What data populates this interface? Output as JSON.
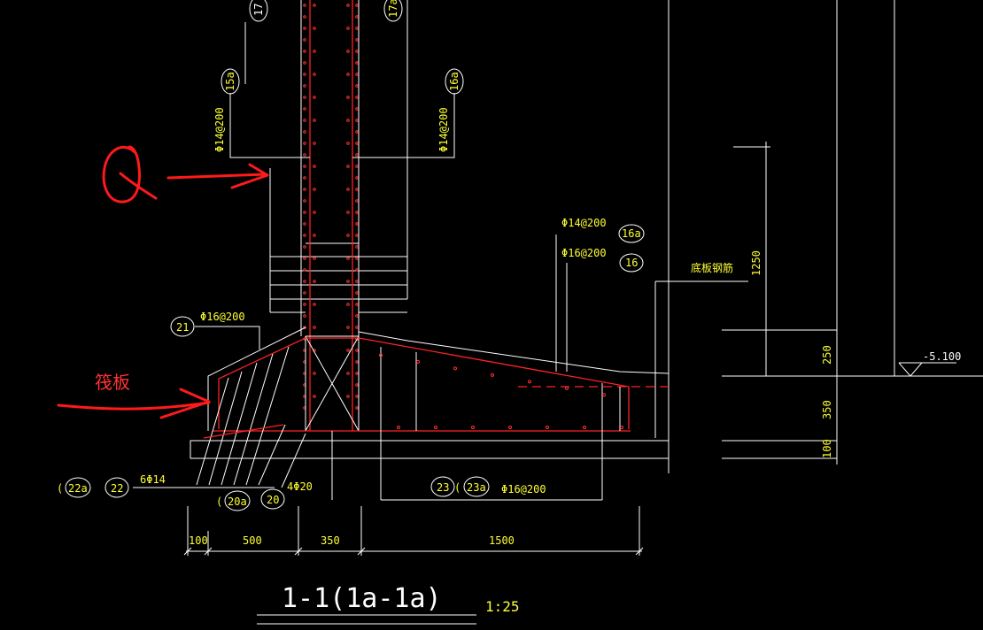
{
  "drawing": {
    "title": "1-1(1a-1a)",
    "scale": "1:25",
    "level": "-5.100"
  },
  "annotations": {
    "q_label": "Q",
    "raft_label": "筏板"
  },
  "labels": {
    "bar_15a": "Φ14@200",
    "bar_16a_top": "Φ14@200",
    "bar_16a_right": "Φ14@200",
    "bar_16_right": "Φ16@200",
    "bar_21": "Φ16@200",
    "bar_22": "6Φ14",
    "bar_20": "4Φ20",
    "bar_23": "Φ16@200",
    "bottom_rebar": "底板钢筋",
    "paren_22a": "(",
    "paren_20a": "(",
    "paren_23a": "("
  },
  "markers": {
    "m17": "17",
    "m17a": "17a",
    "m15a": "15a",
    "m16a_top": "16a",
    "m16a_right": "16a",
    "m16_right": "16",
    "m21": "21",
    "m22a": "22a",
    "m22": "22",
    "m20a": "20a",
    "m20": "20",
    "m23": "23",
    "m23a": "23a"
  },
  "dimensions": {
    "d100_bottom": "100",
    "d500": "500",
    "d350_bottom": "350",
    "d1500": "1500",
    "d1250": "1250",
    "d250": "250",
    "d350_right": "350",
    "d100_right": "100"
  }
}
